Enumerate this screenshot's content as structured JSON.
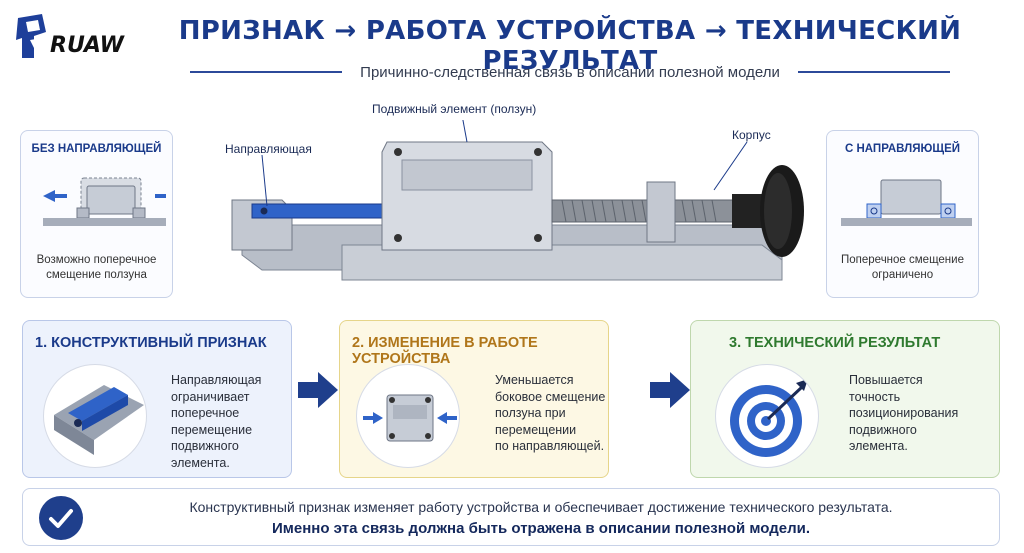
{
  "logo": {
    "text": "RUAW"
  },
  "header": {
    "title": "ПРИЗНАК → РАБОТА УСТРОЙСТВА → ТЕХНИЧЕСКИЙ РЕЗУЛЬТАТ",
    "subtitle": "Причинно-следственная связь в описании полезной модели"
  },
  "left_card": {
    "title": "БЕЗ НАПРАВЛЯЮЩЕЙ",
    "caption_1": "Возможно поперечное",
    "caption_2": "смещение ползуна"
  },
  "right_card": {
    "title": "С НАПРАВЛЯЮЩЕЙ",
    "caption_1": "Поперечное смещение",
    "caption_2": "ограничено"
  },
  "callouts": {
    "slider": "Подвижный элемент (ползун)",
    "guide": "Направляющая",
    "body": "Корпус"
  },
  "steps": [
    {
      "title": "1. КОНСТРУКТИВНЫЙ ПРИЗНАК",
      "lines": [
        "Направляющая",
        "ограничивает",
        "поперечное",
        "перемещение",
        "подвижного элемента."
      ]
    },
    {
      "title": "2. ИЗМЕНЕНИЕ В РАБОТЕ УСТРОЙСТВА",
      "lines": [
        "Уменьшается",
        "боковое смещение",
        "ползуна при",
        "перемещении",
        "по направляющей."
      ]
    },
    {
      "title": "3. ТЕХНИЧЕСКИЙ РЕЗУЛЬТАТ",
      "lines": [
        "Повышается",
        "точность",
        "позиционирования",
        "подвижного",
        "элемента."
      ]
    }
  ],
  "bottom": {
    "line1": "Конструктивный признак изменяет работу устройства и обеспечивает достижение технического результата.",
    "line2": "Именно эта связь должна быть отражена в описании полезной модели."
  },
  "colors": {
    "primary": "#1a3a8a",
    "accent_blue": "#2f63c8",
    "step2": "#b0761a",
    "step3": "#2f7a2f"
  }
}
